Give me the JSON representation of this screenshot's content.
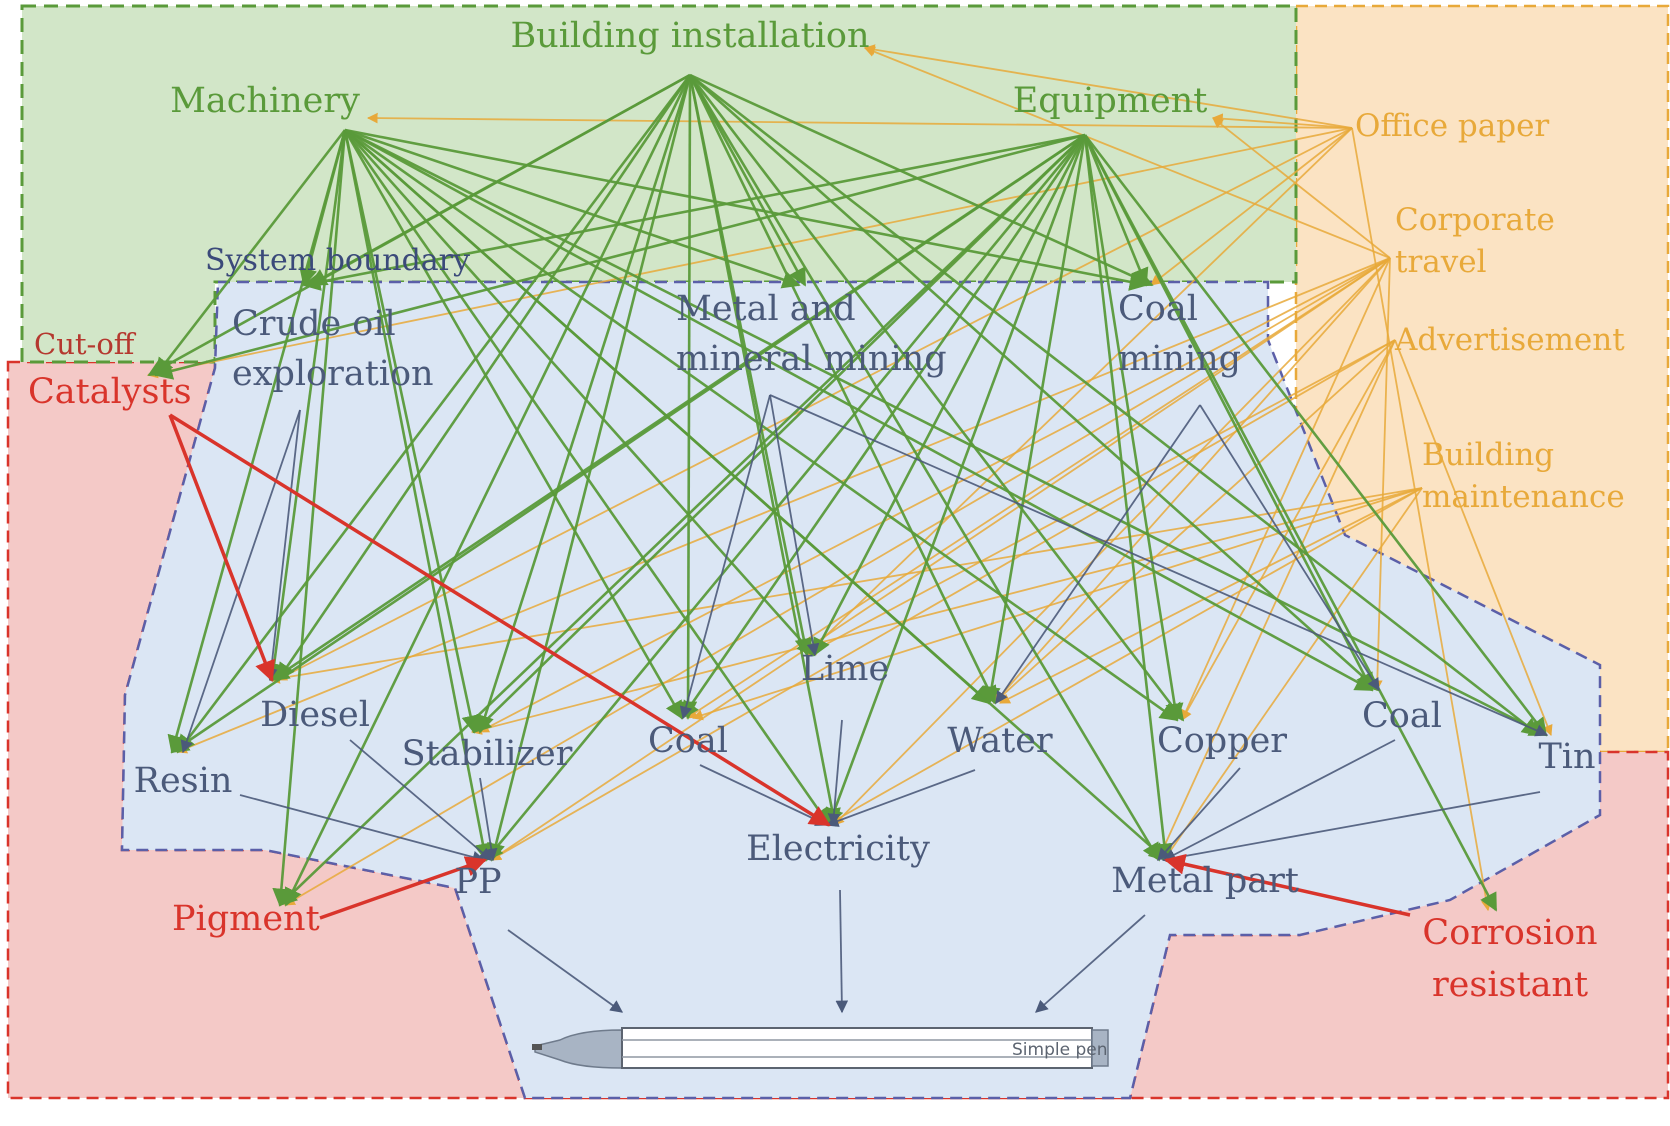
{
  "colors": {
    "capital": "#5a9a3a",
    "capital_fill": "#d2e6c8",
    "overhead": "#e8a93a",
    "overhead_fill": "#fbe3c3",
    "cutoff": "#d9342b",
    "cutoff_fill": "#f4c9c7",
    "system": "#4b5a7a",
    "system_fill": "#dbe6f4",
    "system_border": "#5b5fa8"
  },
  "regions": {
    "system_boundary_label": "System boundary",
    "cutoff_label": "Cut-off"
  },
  "capital_nodes": [
    {
      "id": "building",
      "label": "Building installation"
    },
    {
      "id": "machinery",
      "label": "Machinery"
    },
    {
      "id": "equipment",
      "label": "Equipment"
    }
  ],
  "overhead_nodes": [
    {
      "id": "office",
      "lines": [
        "Office paper"
      ]
    },
    {
      "id": "travel",
      "lines": [
        "Corporate",
        "travel"
      ]
    },
    {
      "id": "advert",
      "lines": [
        "Advertisement"
      ]
    },
    {
      "id": "maint",
      "lines": [
        "Building",
        "maintenance"
      ]
    }
  ],
  "cutoff_nodes": [
    {
      "id": "catalysts",
      "label": "Catalysts"
    },
    {
      "id": "pigment",
      "label": "Pigment"
    },
    {
      "id": "corrosion",
      "lines": [
        "Corrosion",
        "resistant"
      ]
    }
  ],
  "system_nodes": [
    {
      "id": "crude",
      "lines": [
        "Crude oil",
        "exploration"
      ]
    },
    {
      "id": "metalmining",
      "lines": [
        "Metal and",
        "mineral mining"
      ]
    },
    {
      "id": "coalmining",
      "lines": [
        "Coal",
        "mining"
      ]
    },
    {
      "id": "diesel",
      "label": "Diesel"
    },
    {
      "id": "lime",
      "label": "Lime"
    },
    {
      "id": "resin",
      "label": "Resin"
    },
    {
      "id": "stabilizer",
      "label": "Stabilizer"
    },
    {
      "id": "coal1",
      "label": "Coal"
    },
    {
      "id": "water",
      "label": "Water"
    },
    {
      "id": "copper",
      "label": "Copper"
    },
    {
      "id": "coal2",
      "label": "Coal"
    },
    {
      "id": "tin",
      "label": "Tin"
    },
    {
      "id": "pp",
      "label": "PP"
    },
    {
      "id": "electricity",
      "label": "Electricity"
    },
    {
      "id": "metalpart",
      "label": "Metal part"
    }
  ],
  "product": {
    "label": "Simple pen"
  },
  "flows": {
    "system": [
      [
        "crude",
        "resin"
      ],
      [
        "crude",
        "diesel"
      ],
      [
        "metalmining",
        "coal1"
      ],
      [
        "metalmining",
        "lime"
      ],
      [
        "metalmining",
        "tin"
      ],
      [
        "coalmining",
        "coal2"
      ],
      [
        "coalmining",
        "water"
      ],
      [
        "diesel",
        "pp"
      ],
      [
        "resin",
        "pp"
      ],
      [
        "stabilizer",
        "pp"
      ],
      [
        "coal1",
        "electricity"
      ],
      [
        "lime",
        "electricity"
      ],
      [
        "water",
        "electricity"
      ],
      [
        "copper",
        "metalpart"
      ],
      [
        "coal2",
        "metalpart"
      ],
      [
        "tin",
        "metalpart"
      ],
      [
        "pp",
        "pen"
      ],
      [
        "electricity",
        "pen"
      ],
      [
        "metalpart",
        "pen"
      ]
    ],
    "cutoff": [
      [
        "catalysts",
        "diesel"
      ],
      [
        "catalysts",
        "electricity"
      ],
      [
        "pigment",
        "pp"
      ],
      [
        "corrosion",
        "metalpart"
      ]
    ],
    "capital": [
      [
        "building",
        "crude"
      ],
      [
        "building",
        "metalmining"
      ],
      [
        "building",
        "coalmining"
      ],
      [
        "building",
        "catalysts"
      ],
      [
        "building",
        "pigment"
      ],
      [
        "building",
        "resin"
      ],
      [
        "building",
        "diesel"
      ],
      [
        "building",
        "stabilizer"
      ],
      [
        "building",
        "coal1"
      ],
      [
        "building",
        "lime"
      ],
      [
        "building",
        "water"
      ],
      [
        "building",
        "copper"
      ],
      [
        "building",
        "coal2"
      ],
      [
        "building",
        "tin"
      ],
      [
        "building",
        "pp"
      ],
      [
        "building",
        "electricity"
      ],
      [
        "building",
        "metalpart"
      ],
      [
        "machinery",
        "catalysts"
      ],
      [
        "machinery",
        "pigment"
      ],
      [
        "machinery",
        "resin"
      ],
      [
        "machinery",
        "diesel"
      ],
      [
        "machinery",
        "crude"
      ],
      [
        "machinery",
        "stabilizer"
      ],
      [
        "machinery",
        "pp"
      ],
      [
        "machinery",
        "coal1"
      ],
      [
        "machinery",
        "lime"
      ],
      [
        "machinery",
        "electricity"
      ],
      [
        "machinery",
        "water"
      ],
      [
        "machinery",
        "copper"
      ],
      [
        "machinery",
        "metalpart"
      ],
      [
        "machinery",
        "coal2"
      ],
      [
        "machinery",
        "tin"
      ],
      [
        "machinery",
        "coalmining"
      ],
      [
        "machinery",
        "metalmining"
      ],
      [
        "equipment",
        "catalysts"
      ],
      [
        "equipment",
        "pigment"
      ],
      [
        "equipment",
        "resin"
      ],
      [
        "equipment",
        "diesel"
      ],
      [
        "equipment",
        "stabilizer"
      ],
      [
        "equipment",
        "pp"
      ],
      [
        "equipment",
        "coal1"
      ],
      [
        "equipment",
        "lime"
      ],
      [
        "equipment",
        "electricity"
      ],
      [
        "equipment",
        "water"
      ],
      [
        "equipment",
        "copper"
      ],
      [
        "equipment",
        "metalpart"
      ],
      [
        "equipment",
        "coal2"
      ],
      [
        "equipment",
        "tin"
      ],
      [
        "equipment",
        "corrosion"
      ],
      [
        "equipment",
        "coalmining"
      ],
      [
        "equipment",
        "crude"
      ]
    ],
    "overhead": [
      [
        "office",
        "building"
      ],
      [
        "office",
        "machinery"
      ],
      [
        "office",
        "equipment"
      ],
      [
        "office",
        "catalysts"
      ],
      [
        "office",
        "coalmining"
      ],
      [
        "office",
        "corrosion"
      ],
      [
        "office",
        "lime"
      ],
      [
        "office",
        "diesel"
      ],
      [
        "travel",
        "building"
      ],
      [
        "travel",
        "equipment"
      ],
      [
        "travel",
        "resin"
      ],
      [
        "travel",
        "stabilizer"
      ],
      [
        "travel",
        "coal1"
      ],
      [
        "travel",
        "electricity"
      ],
      [
        "travel",
        "water"
      ],
      [
        "travel",
        "copper"
      ],
      [
        "travel",
        "coal2"
      ],
      [
        "travel",
        "pp"
      ],
      [
        "travel",
        "pigment"
      ],
      [
        "advert",
        "lime"
      ],
      [
        "advert",
        "water"
      ],
      [
        "advert",
        "metalpart"
      ],
      [
        "advert",
        "tin"
      ],
      [
        "advert",
        "pp"
      ],
      [
        "advert",
        "copper"
      ],
      [
        "maint",
        "electricity"
      ],
      [
        "maint",
        "water"
      ],
      [
        "maint",
        "stabilizer"
      ],
      [
        "maint",
        "coal1"
      ],
      [
        "maint",
        "diesel"
      ],
      [
        "maint",
        "metalpart"
      ]
    ]
  }
}
